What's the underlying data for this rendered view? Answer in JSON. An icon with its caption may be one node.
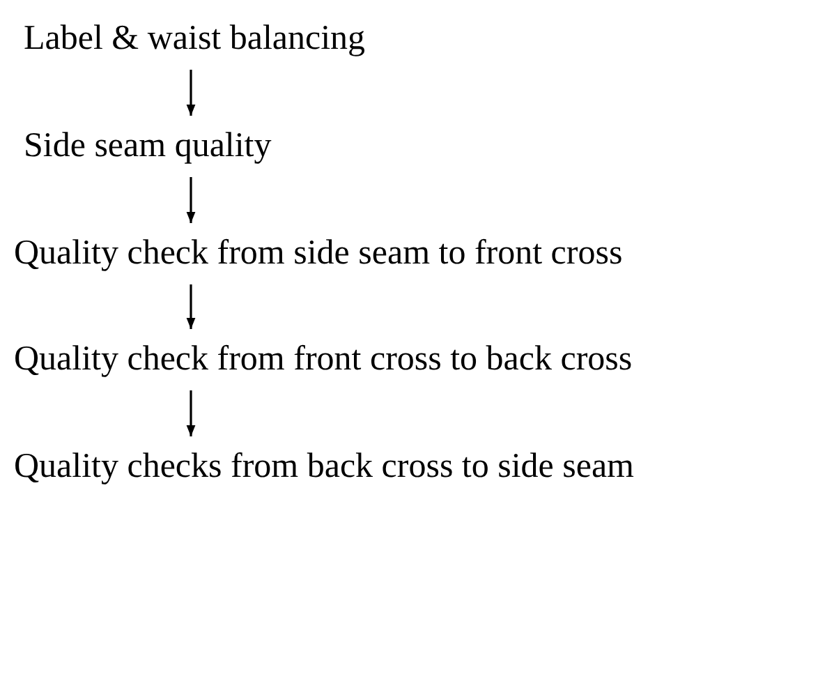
{
  "diagram": {
    "nodes": [
      {
        "text": [
          "Label & waist balancing"
        ]
      },
      {
        "text": [
          "Side seam quality"
        ]
      },
      {
        "text": [
          "Quality check from side seam to front cross"
        ]
      },
      {
        "text": [
          "Quality check from front cross to back cross"
        ]
      },
      {
        "text": [
          "Quality checks from back cross to side seam"
        ]
      }
    ],
    "edges": [
      {
        "from": 0,
        "to": 1,
        "arrow": "to"
      },
      {
        "from": 1,
        "to": 2,
        "arrow": "to"
      },
      {
        "from": 2,
        "to": 3,
        "arrow": "to"
      },
      {
        "from": 3,
        "to": 4,
        "arrow": "to"
      }
    ]
  }
}
